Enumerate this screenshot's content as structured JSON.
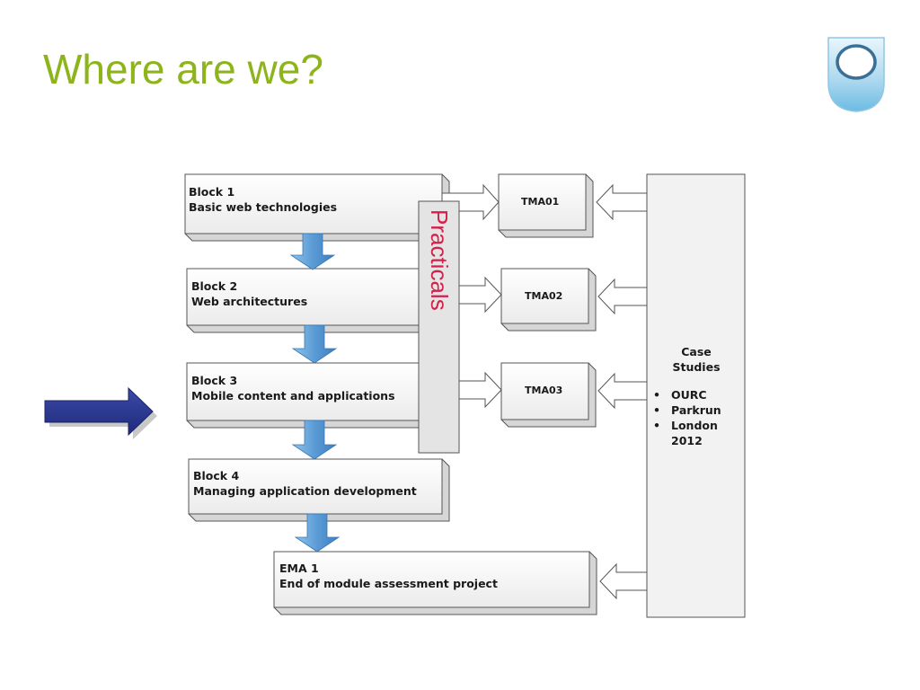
{
  "slide": {
    "title": "Where are we?"
  },
  "blocks": [
    {
      "heading": "Block 1",
      "subtitle": "Basic web technologies"
    },
    {
      "heading": "Block 2",
      "subtitle": "Web architectures"
    },
    {
      "heading": "Block 3",
      "subtitle": "Mobile content and applications"
    },
    {
      "heading": "Block 4",
      "subtitle": "Managing application development"
    },
    {
      "heading": "EMA 1",
      "subtitle": "End of module assessment project"
    }
  ],
  "tmas": [
    "TMA01",
    "TMA02",
    "TMA03"
  ],
  "practicals": {
    "label": "Practicals"
  },
  "case_studies": {
    "heading_line1": "Case",
    "heading_line2": "Studies",
    "items": [
      "OURC",
      "Parkrun",
      "London 2012"
    ],
    "bullet": "•"
  },
  "colors": {
    "title": "#8db51b",
    "practicals_text": "#d3204b",
    "current_marker": "#2a3590",
    "flow_arrow": "#5b9bd5",
    "box_fill": "#f4f4f4"
  },
  "current_position_block": "Block 3"
}
